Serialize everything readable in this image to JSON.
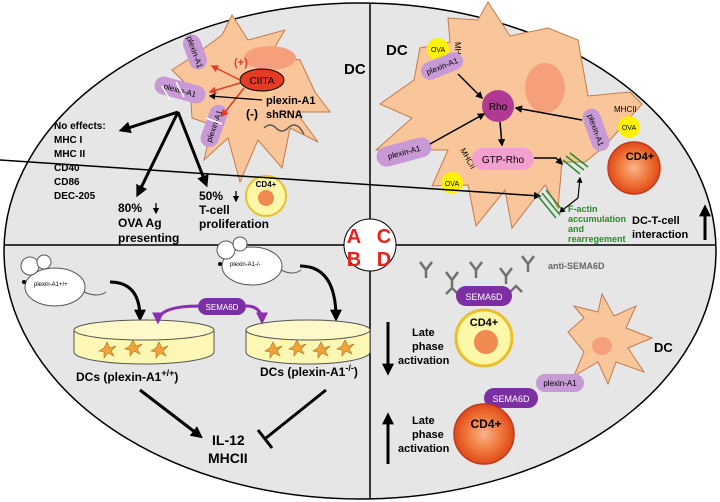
{
  "panel_letters": {
    "a": "A",
    "b": "B",
    "c": "C",
    "d": "D"
  },
  "colors": {
    "panel_bg": "#e6e6e6",
    "cell": "#f9c59b",
    "nucleus": "#f5a07a",
    "receptor": "#c79ad6",
    "ciita": "#e53b24",
    "rho": "#b03a93",
    "gtp_rho": "#f2a0d0",
    "ova": "#fff200",
    "tcell": "#ef5a28",
    "tcell_pale": "#fdf7a8",
    "sema6d": "#7b2fa3",
    "letter": "#e5231e",
    "factin": "#2a8a2a"
  },
  "panel_a": {
    "dc": "DC",
    "plexin_1": "plexin-A1",
    "plexin_2": "plexin-A1",
    "plexin_3": "plexin-A1",
    "ciita": "CIITA",
    "plus": "(+)",
    "minus": "(-)",
    "shrna_1": "plexin-A1",
    "shrna_2": "shRNA",
    "no_effects": [
      "No effects:",
      "MHC I",
      "MHC II",
      "CD40",
      "CD86",
      "DEC-205"
    ],
    "ova_pct": "80%",
    "ova_line2": "OVA Ag",
    "ova_line3": "presenting",
    "tcell_pct": "50%",
    "tcell_line2": "T-cell",
    "tcell_line3": "proliferation",
    "cd4": "CD4+"
  },
  "panel_c": {
    "dc": "DC",
    "ova_1": "OVA",
    "ova_2": "OVA",
    "ova_3": "OVA",
    "mhcii_1": "MHCII",
    "mhcii_2": "MHCII",
    "mhcii_3": "MHCII",
    "plexin_1": "plexin-A1",
    "plexin_2": "plexin-A1",
    "plexin_3": "plexin-A1",
    "rho": "Rho",
    "gtp_rho": "GTP-Rho",
    "cd4": "CD4+",
    "factin": [
      "F-actin",
      "accumulation",
      "and",
      "rearregement"
    ],
    "interaction_1": "DC-T-cell",
    "interaction_2": "interaction"
  },
  "panel_b": {
    "mouse_wt": "plexin-A1+/+",
    "mouse_ko": "plexin-A1-/-",
    "sema6d": "SEMA6D",
    "dc_wt": "DCs (plexin-A1",
    "dc_wt_sup": "+/+",
    "dc_ko": "DCs (plexin-A1",
    "dc_ko_sup": "-/-",
    "dc_close": ")",
    "il12": "IL-12",
    "mhcii": "MHCII"
  },
  "panel_d": {
    "anti_sema6d": "anti-SEMA6D",
    "sema6d_1": "SEMA6D",
    "sema6d_2": "SEMA6D",
    "cd4_1": "CD4+",
    "cd4_2": "CD4+",
    "dc": "DC",
    "plexin": "plexin-A1",
    "late_1": [
      "Late",
      "phase",
      "activation"
    ],
    "late_2": [
      "Late",
      "phase",
      "activation"
    ]
  }
}
